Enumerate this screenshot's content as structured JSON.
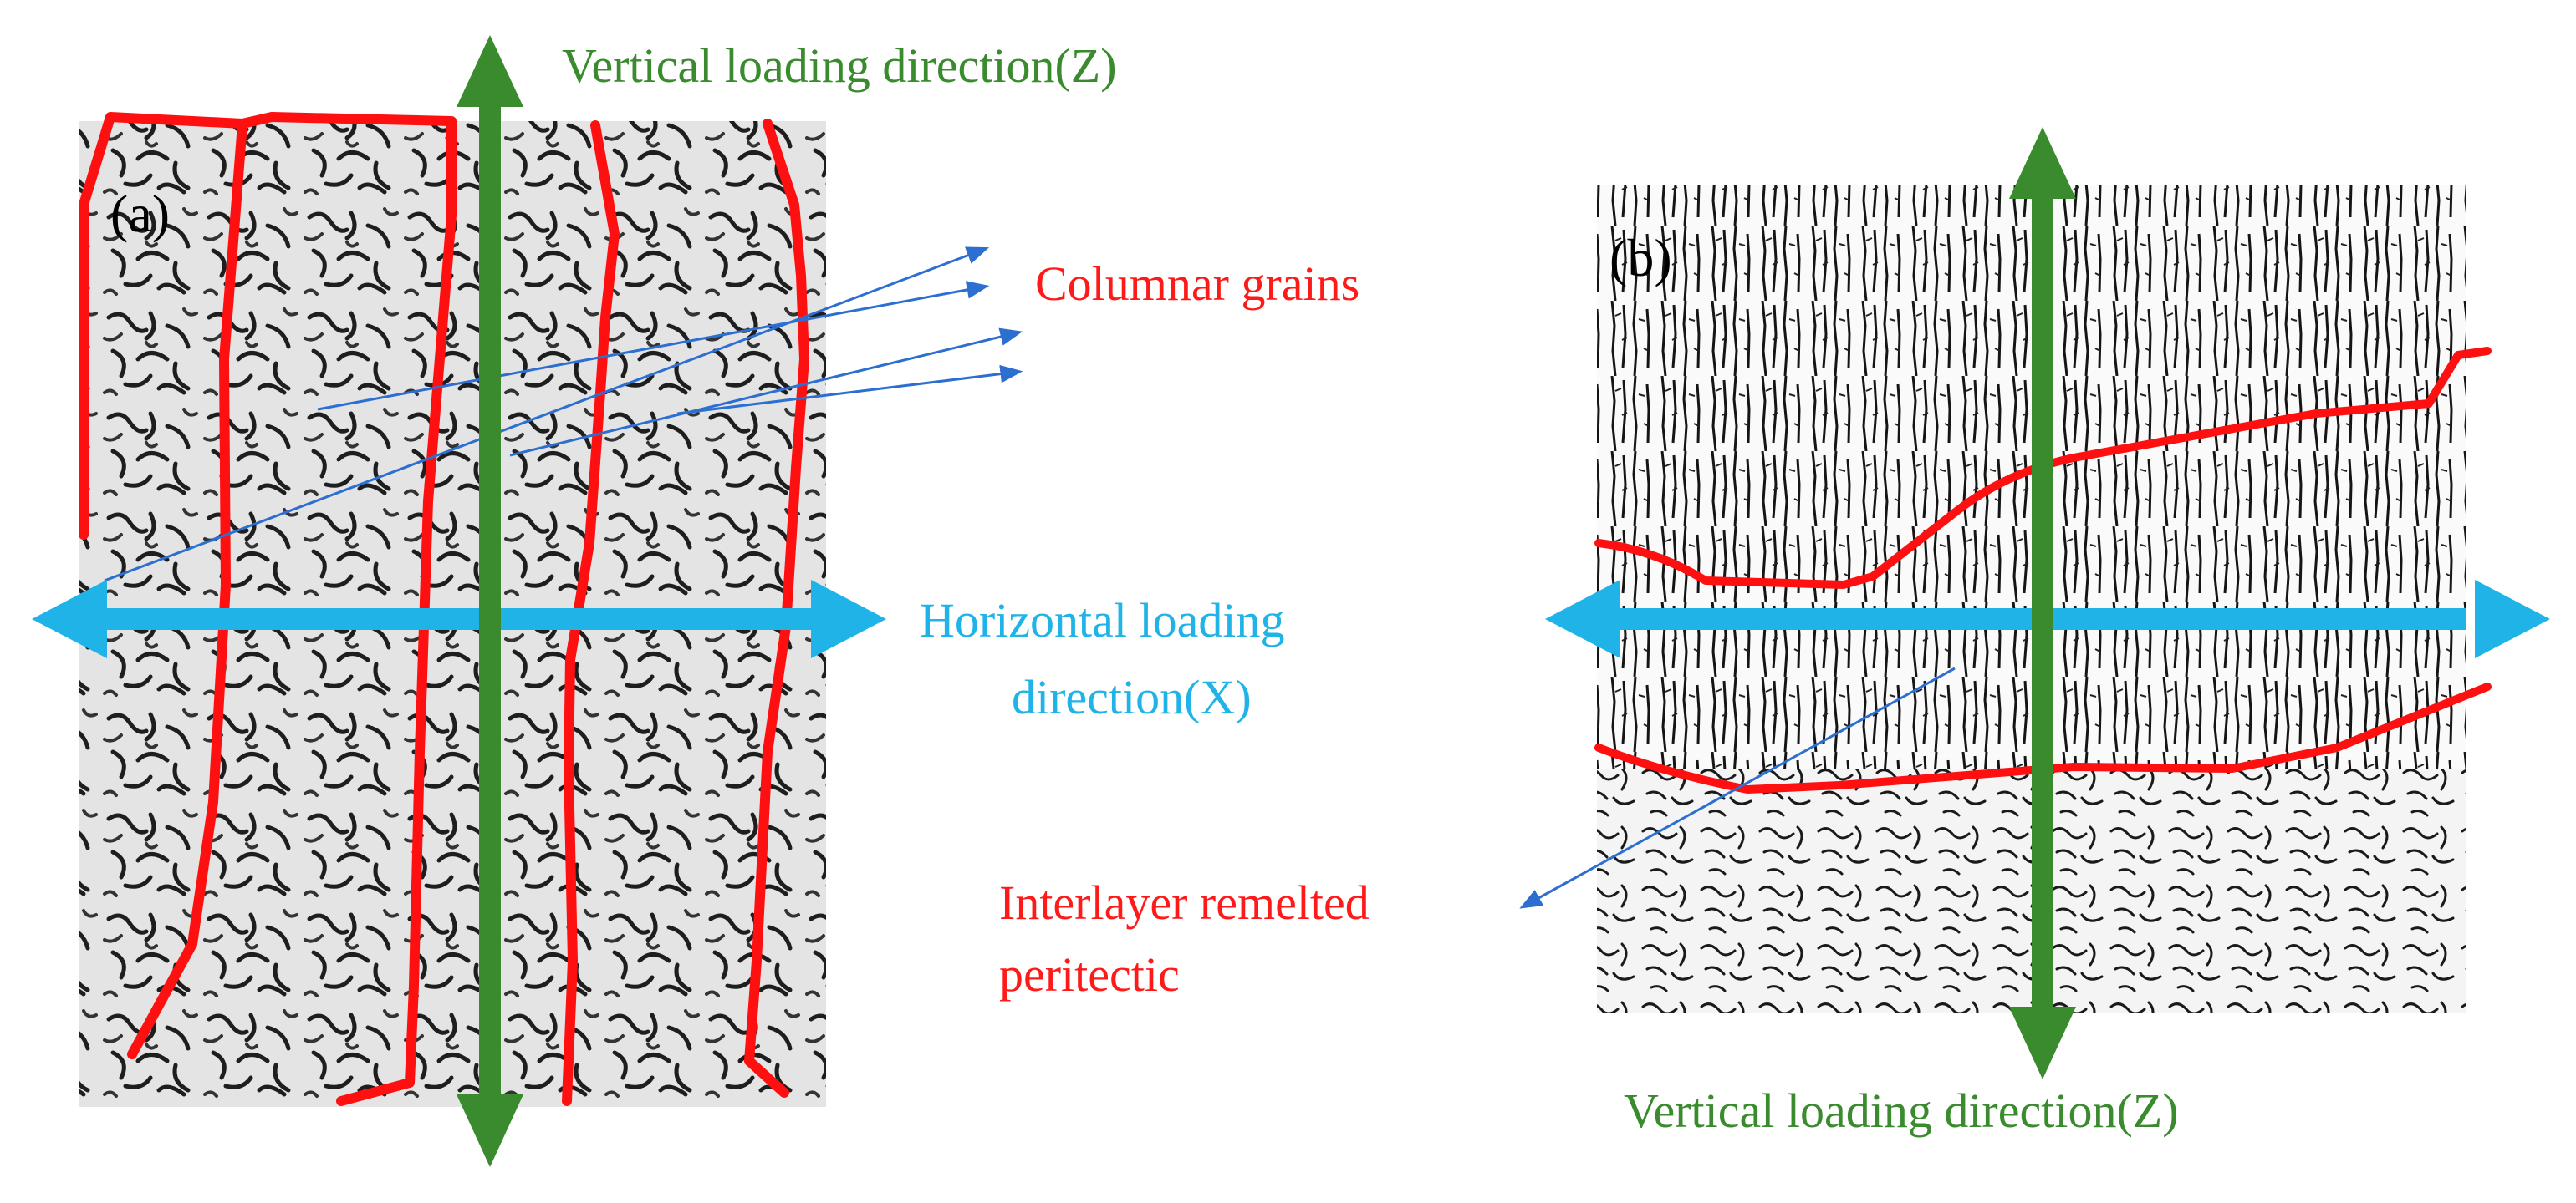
{
  "panel_a": {
    "tag": "(a)"
  },
  "panel_b": {
    "tag": "(b)"
  },
  "labels": {
    "vertical_top": "Vertical loading direction(Z)",
    "columnar": "Columnar grains",
    "horizontal_line1": "Horizontal loading",
    "horizontal_line2": "direction(X)",
    "interlayer_line1": "Interlayer remelted",
    "interlayer_line2": "peritectic",
    "vertical_bottom": "Vertical loading direction(Z)"
  },
  "colors": {
    "grain_boundary": "#ff1010",
    "vertical_arrow": "#3a8a2e",
    "horizontal_arrow": "#1fb3e8",
    "pointer": "#2d6fd1"
  }
}
